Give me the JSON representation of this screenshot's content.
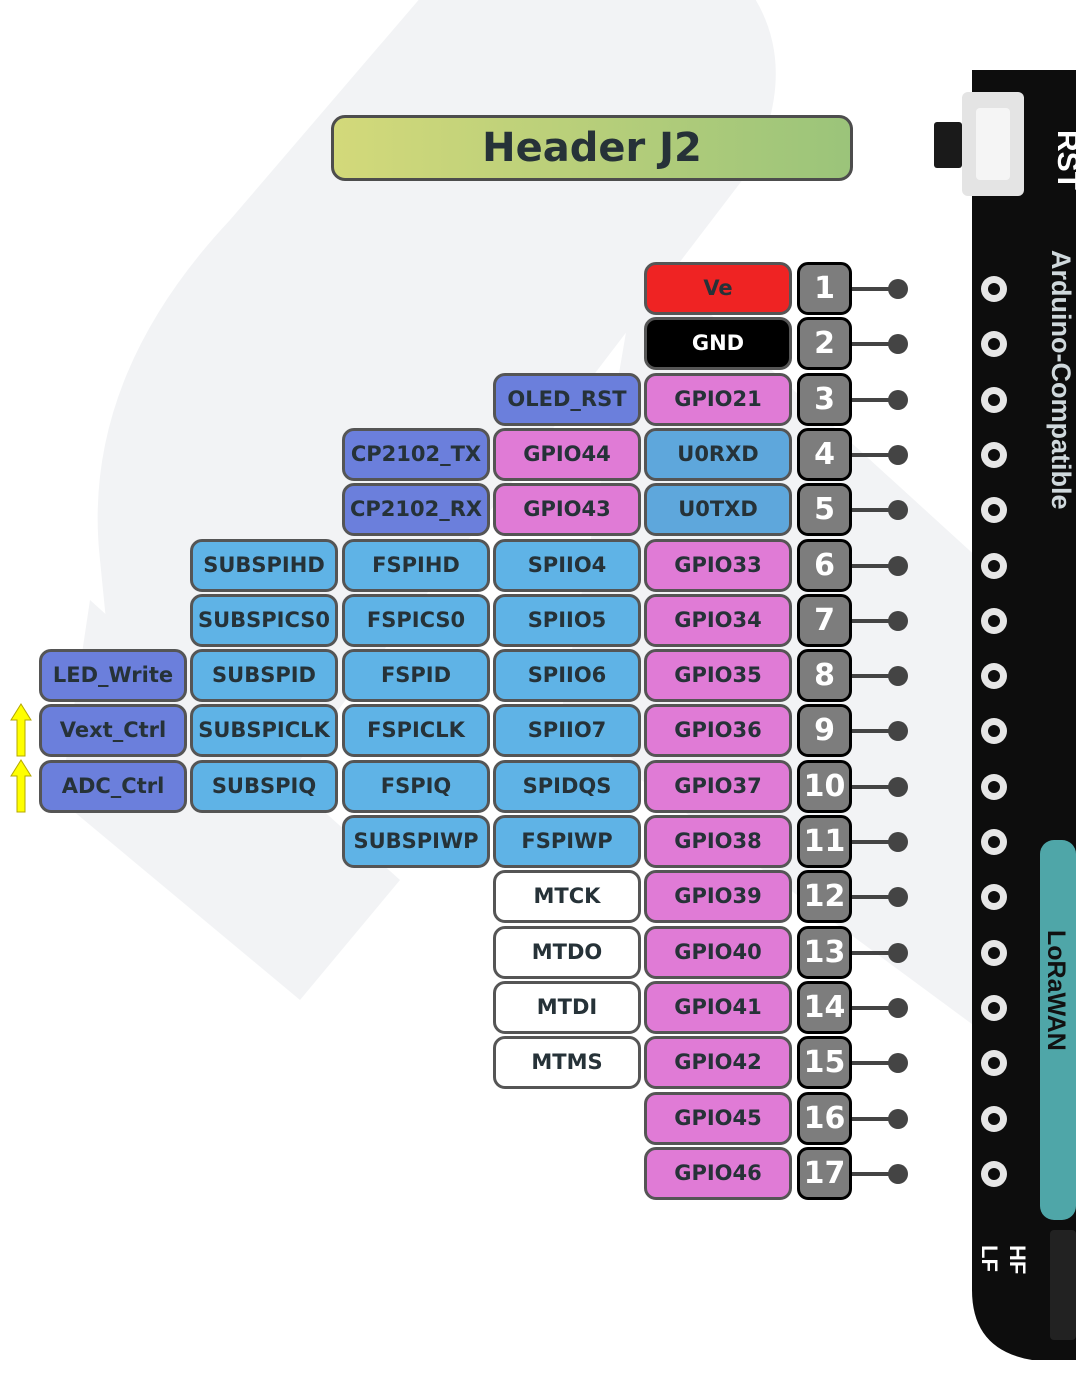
{
  "title": "Header J2",
  "board": {
    "rst_label": "RST",
    "arduino_label": "Arduino-Compatible",
    "lora_label": "LoRaWAN",
    "hf_label": "HF",
    "lf_label": "LF"
  },
  "colors": {
    "power": "#ef2323",
    "ground": "#000000",
    "gpio": "#e07bd6",
    "uart": "#5ea7dc",
    "spi": "#5fb3e6",
    "control": "#6b7fdc",
    "jtag": "#ffffff",
    "pin_number": "#7d7d7d",
    "title_start": "#d3d97a",
    "title_end": "#9bc47a",
    "arrow": "#ffff00",
    "board": "#0d0d0d",
    "lora_block": "#4fa6a8"
  },
  "pins": [
    {
      "number": "1",
      "cells": [
        {
          "label": "Ve",
          "kind": "power"
        }
      ]
    },
    {
      "number": "2",
      "cells": [
        {
          "label": "GND",
          "kind": "ground"
        }
      ]
    },
    {
      "number": "3",
      "cells": [
        {
          "label": "GPIO21",
          "kind": "gpio"
        },
        {
          "label": "OLED_RST",
          "kind": "control"
        }
      ]
    },
    {
      "number": "4",
      "cells": [
        {
          "label": "U0RXD",
          "kind": "uart"
        },
        {
          "label": "GPIO44",
          "kind": "gpio"
        },
        {
          "label": "CP2102_TX",
          "kind": "control"
        }
      ]
    },
    {
      "number": "5",
      "cells": [
        {
          "label": "U0TXD",
          "kind": "uart"
        },
        {
          "label": "GPIO43",
          "kind": "gpio"
        },
        {
          "label": "CP2102_RX",
          "kind": "control"
        }
      ]
    },
    {
      "number": "6",
      "cells": [
        {
          "label": "GPIO33",
          "kind": "gpio"
        },
        {
          "label": "SPIIO4",
          "kind": "spi"
        },
        {
          "label": "FSPIHD",
          "kind": "spi"
        },
        {
          "label": "SUBSPIHD",
          "kind": "spi"
        }
      ]
    },
    {
      "number": "7",
      "cells": [
        {
          "label": "GPIO34",
          "kind": "gpio"
        },
        {
          "label": "SPIIO5",
          "kind": "spi"
        },
        {
          "label": "FSPICS0",
          "kind": "spi"
        },
        {
          "label": "SUBSPICS0",
          "kind": "spi"
        }
      ]
    },
    {
      "number": "8",
      "cells": [
        {
          "label": "GPIO35",
          "kind": "gpio"
        },
        {
          "label": "SPIIO6",
          "kind": "spi"
        },
        {
          "label": "FSPID",
          "kind": "spi"
        },
        {
          "label": "SUBSPID",
          "kind": "spi"
        },
        {
          "label": "LED_Write",
          "kind": "control"
        }
      ]
    },
    {
      "number": "9",
      "cells": [
        {
          "label": "GPIO36",
          "kind": "gpio"
        },
        {
          "label": "SPIIO7",
          "kind": "spi"
        },
        {
          "label": "FSPICLK",
          "kind": "spi"
        },
        {
          "label": "SUBSPICLK",
          "kind": "spi"
        },
        {
          "label": "Vext_Ctrl",
          "kind": "control"
        }
      ],
      "arrow": true
    },
    {
      "number": "10",
      "cells": [
        {
          "label": "GPIO37",
          "kind": "gpio"
        },
        {
          "label": "SPIDQS",
          "kind": "spi"
        },
        {
          "label": "FSPIQ",
          "kind": "spi"
        },
        {
          "label": "SUBSPIQ",
          "kind": "spi"
        },
        {
          "label": "ADC_Ctrl",
          "kind": "control"
        }
      ],
      "arrow": true
    },
    {
      "number": "11",
      "cells": [
        {
          "label": "GPIO38",
          "kind": "gpio"
        },
        {
          "label": "FSPIWP",
          "kind": "spi"
        },
        {
          "label": "SUBSPIWP",
          "kind": "spi"
        }
      ]
    },
    {
      "number": "12",
      "cells": [
        {
          "label": "GPIO39",
          "kind": "gpio"
        },
        {
          "label": "MTCK",
          "kind": "jtag"
        }
      ]
    },
    {
      "number": "13",
      "cells": [
        {
          "label": "GPIO40",
          "kind": "gpio"
        },
        {
          "label": "MTDO",
          "kind": "jtag"
        }
      ]
    },
    {
      "number": "14",
      "cells": [
        {
          "label": "GPIO41",
          "kind": "gpio"
        },
        {
          "label": "MTDI",
          "kind": "jtag"
        }
      ]
    },
    {
      "number": "15",
      "cells": [
        {
          "label": "GPIO42",
          "kind": "gpio"
        },
        {
          "label": "MTMS",
          "kind": "jtag"
        }
      ]
    },
    {
      "number": "16",
      "cells": [
        {
          "label": "GPIO45",
          "kind": "gpio"
        }
      ]
    },
    {
      "number": "17",
      "cells": [
        {
          "label": "GPIO46",
          "kind": "gpio"
        }
      ]
    }
  ]
}
